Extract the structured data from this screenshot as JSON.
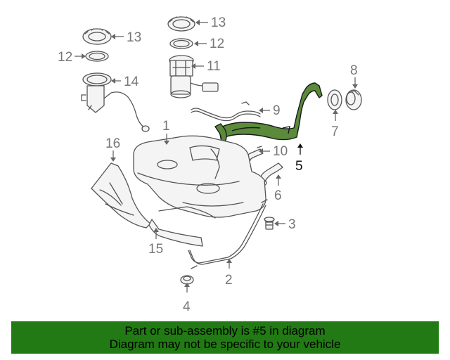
{
  "callouts": [
    "13",
    "12",
    "11",
    "13",
    "12",
    "14",
    "9",
    "8",
    "7",
    "1",
    "16",
    "10",
    "5",
    "6",
    "3",
    "15",
    "2",
    "4"
  ],
  "banner": {
    "line1": "Part or sub-assembly is #5 in diagram",
    "line2": "Diagram may not be specific to your vehicle"
  },
  "selected_callout": "5",
  "colors": {
    "highlight_part": "#5a8a3a",
    "banner_background": "#217a13",
    "linework": "#555555"
  }
}
